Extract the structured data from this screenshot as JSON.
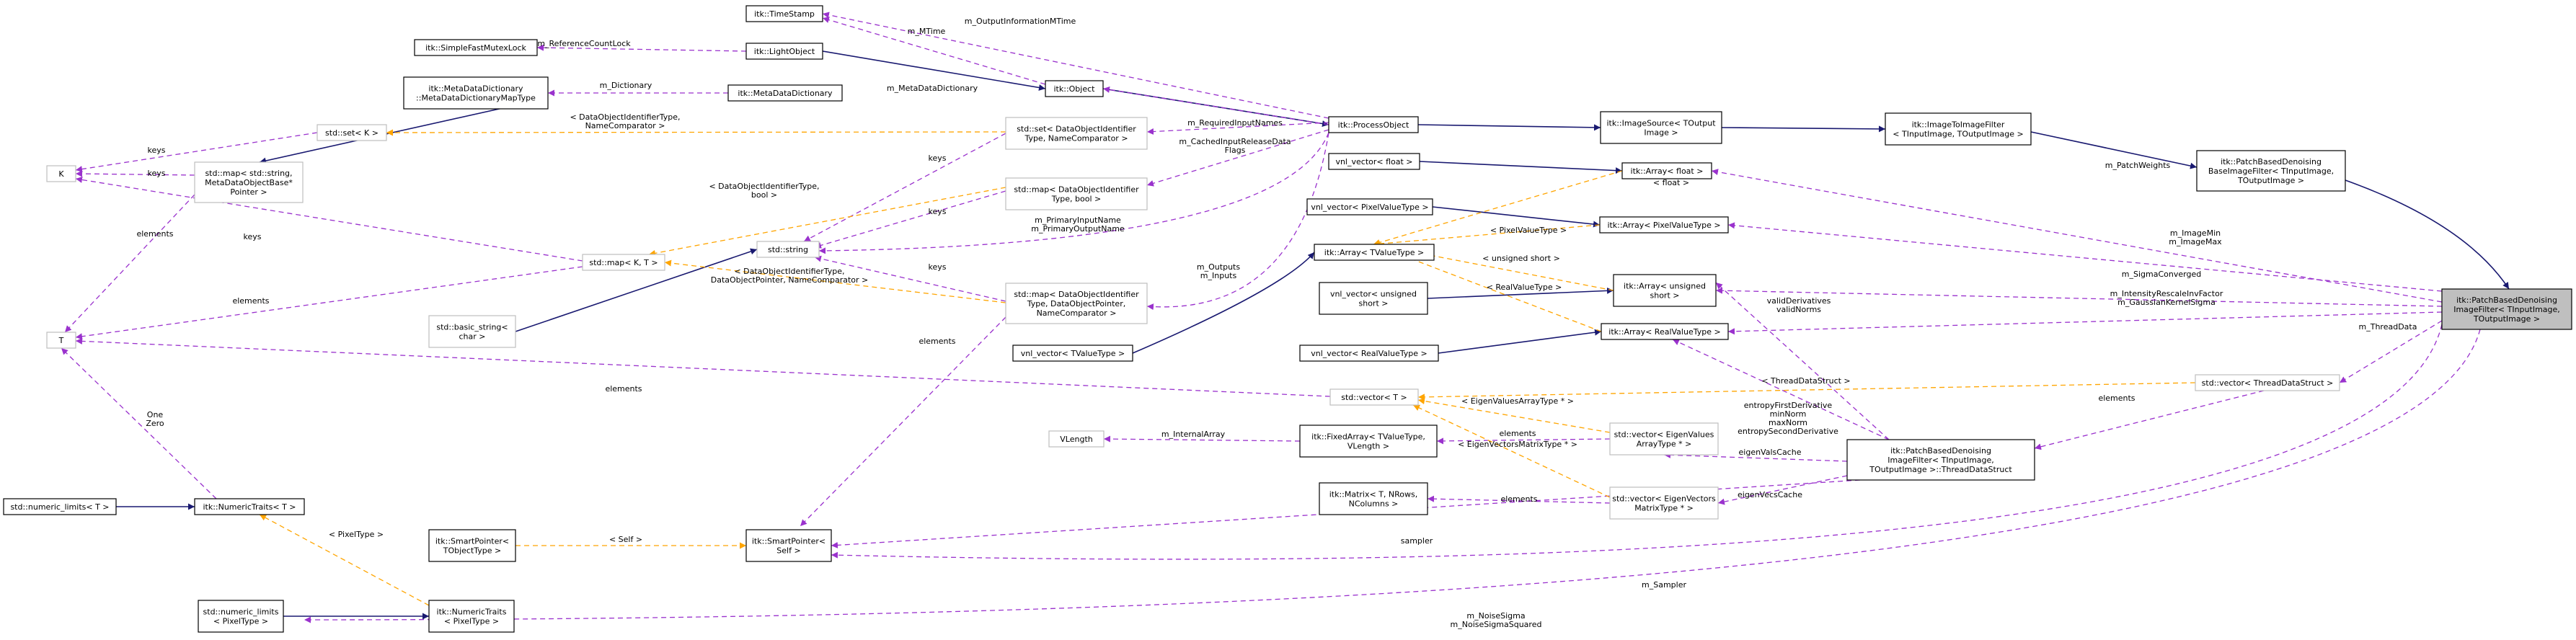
{
  "nodes": {
    "time_stamp": [
      "itk::TimeStamp"
    ],
    "simple_fast_mutex_lock": [
      "itk::SimpleFastMutexLock"
    ],
    "light_object": [
      "itk::LightObject"
    ],
    "meta_data_dictionary_map_type": [
      "itk::MetaDataDictionary",
      "::MetaDataDictionaryMapType"
    ],
    "meta_data_dictionary": [
      "itk::MetaDataDictionary"
    ],
    "object": [
      "itk::Object"
    ],
    "set_k": [
      "std::set< K >"
    ],
    "k": [
      "K"
    ],
    "map_string_metadata": [
      "std::map< std::string,",
      "MetaDataObjectBase*",
      "Pointer >"
    ],
    "set_data_object_identifier": [
      "std::set< DataObjectIdentifier",
      "Type, NameComparator >"
    ],
    "process_object": [
      "itk::ProcessObject"
    ],
    "image_source": [
      "itk::ImageSource< TOutput",
      "Image >"
    ],
    "image_to_image_filter": [
      "itk::ImageToImageFilter",
      "< TInputImage, TOutputImage >"
    ],
    "patch_based_denoising_base": [
      "itk::PatchBasedDenoising",
      "BaseImageFilter< TInputImage,",
      "TOutputImage >"
    ],
    "vnl_vector_float": [
      "vnl_vector< float >"
    ],
    "itk_array_float": [
      "itk::Array< float >"
    ],
    "map_data_object_identifier_bool": [
      "std::map< DataObjectIdentifier",
      "Type, bool >"
    ],
    "vnl_vector_pixel_value_type": [
      "vnl_vector< PixelValueType >"
    ],
    "itk_array_pixel_value_type": [
      "itk::Array< PixelValueType >"
    ],
    "map_k_t": [
      "std::map< K, T >"
    ],
    "std_string": [
      "std::string"
    ],
    "itk_array_tvaluetype": [
      "itk::Array< TValueType >"
    ],
    "vnl_vector_unsigned_short": [
      "vnl_vector< unsigned",
      "short >"
    ],
    "itk_array_unsigned_short": [
      "itk::Array< unsigned",
      "short >"
    ],
    "patch_based_denoising_image_filter": [
      "itk::PatchBasedDenoising",
      "ImageFilter< TInputImage,",
      "TOutputImage >"
    ],
    "basic_string_char": [
      "std::basic_string<",
      "char >"
    ],
    "map_data_object_identifier_pointer": [
      "std::map< DataObjectIdentifier",
      "Type, DataObjectPointer,",
      "NameComparator >"
    ],
    "t": [
      "T"
    ],
    "itk_array_real_value_type": [
      "itk::Array< RealValueType >"
    ],
    "vnl_vector_real_value_type": [
      "vnl_vector< RealValueType >"
    ],
    "vnl_vector_tvaluetype": [
      "vnl_vector< TValueType >"
    ],
    "vector_thread_data_struct": [
      "std::vector< ThreadDataStruct >"
    ],
    "vector_t": [
      "std::vector< T >"
    ],
    "vlength": [
      "VLength"
    ],
    "fixed_array": [
      "itk::FixedArray< TValueType,",
      "VLength >"
    ],
    "vector_eigen_values": [
      "std::vector< EigenValues",
      "ArrayType * >"
    ],
    "thread_data_struct": [
      "itk::PatchBasedDenoising",
      "ImageFilter< TInputImage,",
      "TOutputImage >::ThreadDataStruct"
    ],
    "numeric_limits_t": [
      "std::numeric_limits< T >"
    ],
    "numeric_traits_t": [
      "itk::NumericTraits< T >"
    ],
    "matrix": [
      "itk::Matrix< T, NRows,",
      "NColumns >"
    ],
    "vector_eigen_vectors": [
      "std::vector< EigenVectors",
      "MatrixType * >"
    ],
    "smart_pointer_tobjecttype": [
      "itk::SmartPointer<",
      "TObjectType >"
    ],
    "smart_pointer_self": [
      "itk::SmartPointer<",
      "Self >"
    ],
    "numeric_limits_pixel_type": [
      "std::numeric_limits",
      "< PixelType >"
    ],
    "numeric_traits_pixel_type": [
      "itk::NumericTraits",
      "< PixelType >"
    ]
  },
  "edge_labels": {
    "m_output_information_mtime": [
      "m_OutputInformationMTime"
    ],
    "m_mtime": [
      "m_MTime"
    ],
    "m_reference_count_lock": [
      "m_ReferenceCountLock"
    ],
    "m_dictionary": [
      "m_Dictionary"
    ],
    "m_meta_data_dictionary": [
      "m_MetaDataDictionary"
    ],
    "keys_set_k": [
      "keys"
    ],
    "keys_map_string": [
      "keys"
    ],
    "set_data_object_identifier_tmpl": [
      "< DataObjectIdentifierType,",
      "NameComparator >"
    ],
    "m_required_input_names": [
      "m_RequiredInputNames"
    ],
    "m_cached_input_release_data_flags": [
      "m_CachedInputReleaseData",
      "Flags"
    ],
    "keys_set_did": [
      "keys"
    ],
    "m_patch_weights": [
      "m_PatchWeights"
    ],
    "float_tmpl": [
      "< float >"
    ],
    "map_did_bool_tmpl": [
      "< DataObjectIdentifierType,",
      "bool >"
    ],
    "keys_map_did_bool": [
      "keys"
    ],
    "m_primary_input_name": [
      "m_PrimaryInputName",
      "m_PrimaryOutputName"
    ],
    "keys_map_k_t": [
      "keys"
    ],
    "elements_map_string": [
      "elements"
    ],
    "pixel_value_type_tmpl": [
      "< PixelValueType >"
    ],
    "m_image_min": [
      "m_ImageMin",
      "m_ImageMax"
    ],
    "unsigned_short_tmpl": [
      "< unsigned short >"
    ],
    "m_sigma_converged": [
      "m_SigmaConverged"
    ],
    "map_did_pointer_tmpl": [
      "< DataObjectIdentifierType,",
      "DataObjectPointer, NameComparator >"
    ],
    "keys_map_did_pointer": [
      "keys"
    ],
    "m_outputs": [
      "m_Outputs",
      "m_Inputs"
    ],
    "real_value_type_tmpl": [
      "< RealValueType >"
    ],
    "m_intensity_rescale": [
      "m_IntensityRescaleInvFactor",
      "m_GaussianKernelSigma"
    ],
    "valid_derivatives": [
      "validDerivatives",
      "validNorms"
    ],
    "elements_map_k_t": [
      "elements"
    ],
    "elements_map_did_pointer": [
      "elements"
    ],
    "m_thread_data": [
      "m_ThreadData"
    ],
    "thread_data_struct_tmpl": [
      "< ThreadDataStruct >"
    ],
    "elements_vector_t": [
      "elements"
    ],
    "elements_thread_data": [
      "elements"
    ],
    "eigen_values_tmpl": [
      "< EigenValuesArrayType * >"
    ],
    "entropy_first_derivative": [
      "entropyFirstDerivative",
      "minNorm",
      "maxNorm",
      "entropySecondDerivative"
    ],
    "m_internal_array": [
      "m_InternalArray"
    ],
    "elements_fixed_array": [
      "elements"
    ],
    "eigen_vectors_tmpl": [
      "< EigenVectorsMatrixType * >"
    ],
    "eigen_vals_cache": [
      "eigenValsCache"
    ],
    "one_zero": [
      "One",
      "Zero"
    ],
    "eigen_vecs_cache": [
      "eigenVecsCache"
    ],
    "elements_matrix": [
      "elements"
    ],
    "pixel_type_tmpl": [
      "< PixelType >"
    ],
    "self_tmpl": [
      "< Self >"
    ],
    "sampler": [
      "sampler"
    ],
    "m_sampler": [
      "m_Sampler"
    ],
    "m_noise_sigma": [
      "m_NoiseSigma",
      "m_NoiseSigmaSquared"
    ]
  },
  "colors": {
    "inheritance": "#191970",
    "usage": "#9a32cd",
    "template": "#ffa500",
    "focus_fill": "#bfbfbf",
    "ghost_border": "#bfbfbf"
  }
}
